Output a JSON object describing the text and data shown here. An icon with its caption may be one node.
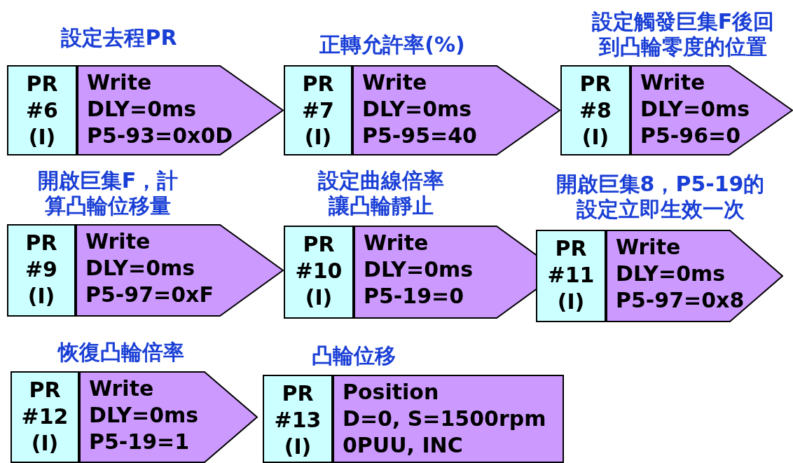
{
  "diagram": {
    "nodes": [
      {
        "text": [
          "PR",
          "#6",
          "(I)"
        ]
      },
      {
        "text": [
          "Write",
          "DLY=0ms",
          "P5-93=0x0D"
        ]
      },
      {
        "text": [
          "PR",
          "#7",
          "(I)"
        ]
      },
      {
        "text": [
          "Write",
          "DLY=0ms",
          "P5-95=40"
        ]
      },
      {
        "text": [
          "PR",
          "#8",
          "(I)"
        ]
      },
      {
        "text": [
          "Write",
          "DLY=0ms",
          "P5-96=0"
        ]
      },
      {
        "text": [
          "PR",
          "#9",
          "(I)"
        ]
      },
      {
        "text": [
          "Write",
          "DLY=0ms",
          "P5-97=0xF"
        ]
      },
      {
        "text": [
          "PR",
          "#10",
          "(I)"
        ]
      },
      {
        "text": [
          "Write",
          "DLY=0ms",
          "P5-19=0"
        ]
      },
      {
        "text": [
          "PR",
          "#11",
          "(I)"
        ]
      },
      {
        "text": [
          "Write",
          "DLY=0ms",
          "P5-97=0x8"
        ]
      },
      {
        "text": [
          "PR",
          "#12",
          "(I)"
        ]
      },
      {
        "text": [
          "Write",
          "DLY=0ms",
          "P5-19=1"
        ]
      },
      {
        "text": [
          "PR",
          "#13",
          "(I)"
        ]
      },
      {
        "text": [
          "Position",
          "D=0, S=1500rpm",
          "0PUU, INC"
        ]
      }
    ],
    "edges": [],
    "labels": [
      "設定去程PR",
      "正轉允許率(%)",
      "設定觸發巨集F後回到凸輪零度的位置",
      "開啟巨集F，計算凸輪位移量",
      "設定曲線倍率讓凸輪靜止",
      "開啟巨集8，P5-19的設定立即生效一次",
      "恢復凸輪倍率",
      "凸輪位移"
    ]
  }
}
